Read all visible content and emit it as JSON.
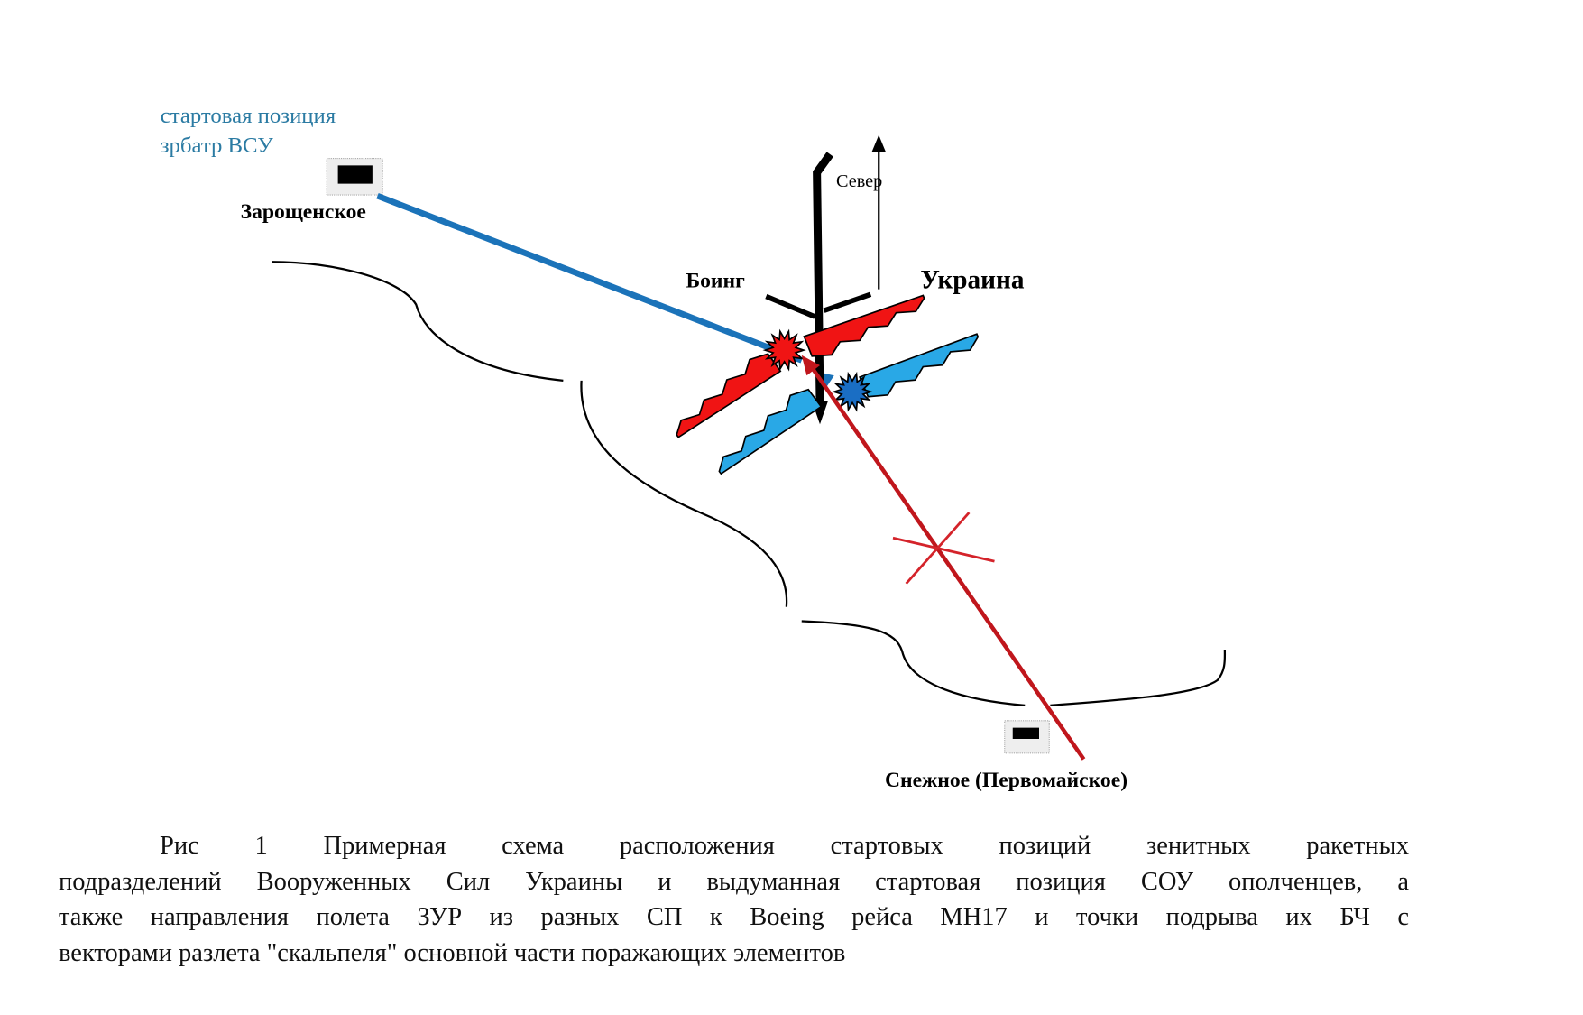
{
  "labels": {
    "launch_position_line1": "стартовая позиция",
    "launch_position_line2": "зрбатр ВСУ",
    "zaroshchenskoe": "Зарощенское",
    "north": "Север",
    "boeing": "Боинг",
    "ukraine": "Украина",
    "snezhnoe": "Снежное (Первомайское)"
  },
  "caption": {
    "line1": "Рис 1 Примерная схема расположения стартовых позиций зенитных ракетных",
    "line2": "подразделений Вооруженных Сил Украины и выдуманная стартовая позиция СОУ ополченцев, а",
    "line3": "также направления полета ЗУР из разных СП к Boeing рейса МН17 и точки подрыва их БЧ с",
    "line4": "векторами разлета \"скальпеля\" основной части поражающих элементов"
  },
  "colors": {
    "blue_text": "#2b7ba3",
    "blue_missile": "#1b73b9",
    "red_missile": "#c0161c",
    "red_fragments": "#f01414",
    "blue_fragments": "#29a8e6",
    "blue_burst": "#1a6ec4"
  }
}
